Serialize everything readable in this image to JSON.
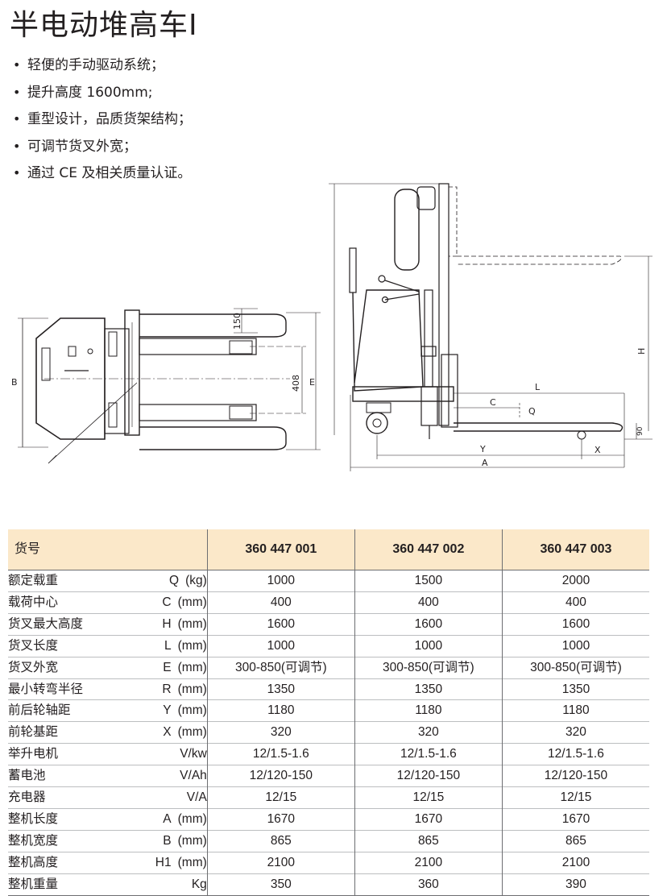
{
  "title": "半电动堆高车I",
  "features": [
    "轻便的手动驱动系统；",
    "提升高度 1600mm;",
    "重型设计，品质货架结构；",
    "可调节货叉外宽；",
    "通过 CE 及相关质量认证。"
  ],
  "drawing_labels": {
    "top": {
      "b": "B",
      "e": "E",
      "d150": "150",
      "d408": "408"
    },
    "side": {
      "h": "H",
      "l": "L",
      "c": "C",
      "q": "Q",
      "y": "Y",
      "x": "X",
      "a": "A",
      "d90": "90"
    }
  },
  "table": {
    "header_label": "货号",
    "models": [
      "360 447 001",
      "360 447 002",
      "360 447 003"
    ],
    "rows": [
      {
        "name": "额定载重",
        "sym": "Q",
        "unit": "(kg)",
        "values": [
          "1000",
          "1500",
          "2000"
        ]
      },
      {
        "name": "载荷中心",
        "sym": "C",
        "unit": "(mm)",
        "values": [
          "400",
          "400",
          "400"
        ]
      },
      {
        "name": "货叉最大高度",
        "sym": "H",
        "unit": "(mm)",
        "values": [
          "1600",
          "1600",
          "1600"
        ]
      },
      {
        "name": "货叉长度",
        "sym": "L",
        "unit": "(mm)",
        "values": [
          "1000",
          "1000",
          "1000"
        ]
      },
      {
        "name": "货叉外宽",
        "sym": "E",
        "unit": "(mm)",
        "values": [
          "300-850(可调节)",
          "300-850(可调节)",
          "300-850(可调节)"
        ]
      },
      {
        "name": "最小转弯半径",
        "sym": "R",
        "unit": "(mm)",
        "values": [
          "1350",
          "1350",
          "1350"
        ]
      },
      {
        "name": "前后轮轴距",
        "sym": "Y",
        "unit": "(mm)",
        "values": [
          "1180",
          "1180",
          "1180"
        ]
      },
      {
        "name": "前轮基距",
        "sym": "X",
        "unit": "(mm)",
        "values": [
          "320",
          "320",
          "320"
        ]
      },
      {
        "name": "举升电机",
        "sym": "",
        "unit": "V/kw",
        "values": [
          "12/1.5-1.6",
          "12/1.5-1.6",
          "12/1.5-1.6"
        ]
      },
      {
        "name": "蓄电池",
        "sym": "",
        "unit": "V/Ah",
        "values": [
          "12/120-150",
          "12/120-150",
          "12/120-150"
        ]
      },
      {
        "name": "充电器",
        "sym": "",
        "unit": "V/A",
        "values": [
          "12/15",
          "12/15",
          "12/15"
        ]
      },
      {
        "name": "整机长度",
        "sym": "A",
        "unit": "(mm)",
        "values": [
          "1670",
          "1670",
          "1670"
        ]
      },
      {
        "name": "整机宽度",
        "sym": "B",
        "unit": "(mm)",
        "values": [
          "865",
          "865",
          "865"
        ]
      },
      {
        "name": "整机高度",
        "sym": "H1",
        "unit": "(mm)",
        "values": [
          "2100",
          "2100",
          "2100"
        ]
      },
      {
        "name": "整机重量",
        "sym": "",
        "unit": "Kg",
        "values": [
          "350",
          "360",
          "390"
        ]
      }
    ]
  }
}
